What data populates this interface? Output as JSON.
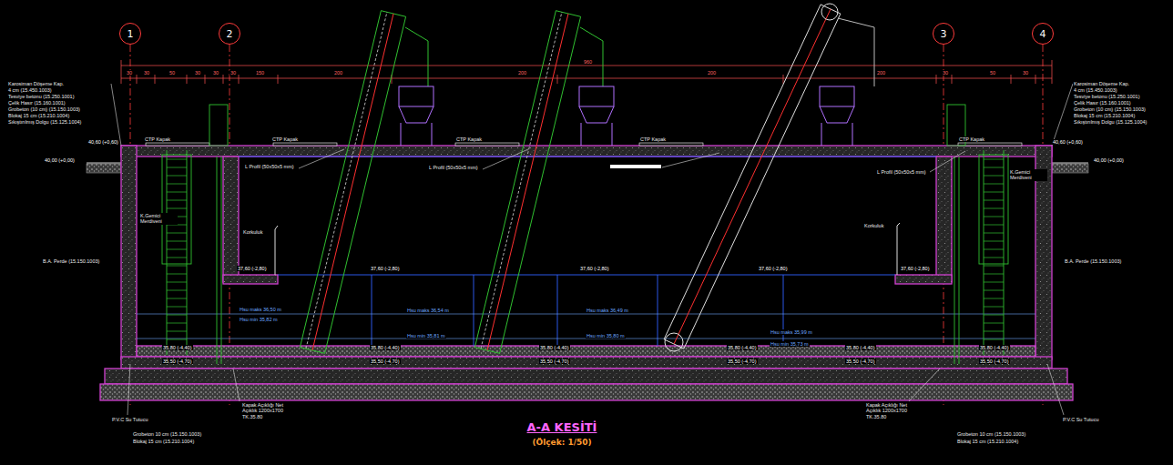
{
  "diagram": {
    "title": "A-A KESİTİ",
    "caption": "(Ölçek: 1/50)",
    "nodes": [
      {
        "text": [
          "1"
        ]
      },
      {
        "text": [
          "2"
        ]
      },
      {
        "text": [
          "3"
        ]
      },
      {
        "text": [
          "4"
        ]
      }
    ],
    "labels": [
      "Karosiman Döşeme Kap.",
      "4 cm (15.450.1003)",
      "Tesviye betonu (15.250.1001)",
      "Çelik Hasır (15.160.1001)",
      "Grobeton (10 cm) (15.150.1003)",
      "Blokaj 15 cm (15.210.1004)",
      "Sıkıştırılmış Dolgu (15.125.1004)",
      "Karosiman Döşeme Kap.",
      "4 cm (15.450.1003)",
      "Tesviye betonu (15.250.1001)",
      "Çelik Hasır (15.160.1001)",
      "Grobeton (10 cm) (15.150.1003)",
      "Blokaj 15 cm (15.210.1004)",
      "Sıkıştırılmış Dolgu (15.125.1004)",
      "CTP Kapak",
      "CTP Kapak",
      "CTP Kapak",
      "CTP Kapak",
      "CTP Kapak",
      "L Profil (50x50x5 mm)",
      "L Profil (50x50x5 mm)",
      "L Profil (50x50x5 mm)",
      "40,60 (+0,60)",
      "40,00 (+0,00)",
      "40,60 (+0,60)",
      "40,00 (+0,00)",
      "K.Gemici Merdiveni",
      "K.Gemici Merdiveni",
      "B.A. Perde (15.150.1003)",
      "B.A. Perde (15.150.1003)",
      "Korkuluk",
      "Korkuluk",
      "37,60 (-2,80)",
      "37,60 (-2,80)",
      "37,60 (-2,80)",
      "37,60 (-2,80)",
      "37,60 (-2,80)",
      "Hsu maks 36,50 m",
      "Hsu maks 36,54 m",
      "Hsu maks 36,49 m",
      "Hsu maks 35,99 m",
      "Hsu min 35,82 m",
      "Hsu min 35,81 m",
      "Hsu min 35,80 m",
      "Hsu min 35,73 m",
      "35,80 (-4,40)",
      "35,80 (-4,40)",
      "35,80 (-4,40)",
      "35,80 (-4,40)",
      "35,80 (-4,40)",
      "35,80 (-4,40)",
      "35,50 (-4,70)",
      "35,50 (-4,70)",
      "35,50 (-4,70)",
      "35,50 (-4,70)",
      "35,50 (-4,70)",
      "35,50 (-4,70)",
      "Kapak Açıklığı Net Açıklık 1200x1700 TK.35.80",
      "Kapak Açıklığı Net Açıklık 1200x1700 TK.35.80",
      "P.V.C Su Tutucu",
      "P.V.C Su Tutucu",
      "Grobeton 10 cm (15.150.1003)",
      "Blokaj 15 cm (15.210.1004)",
      "Grobeton 10 cm (15.150.1003)",
      "Blokaj 15 cm (15.210.1004)",
      "960",
      "30",
      "30",
      "50",
      "30",
      "30",
      "30",
      "150",
      "200",
      "200",
      "200",
      "200",
      "30",
      "50",
      "30"
    ]
  }
}
